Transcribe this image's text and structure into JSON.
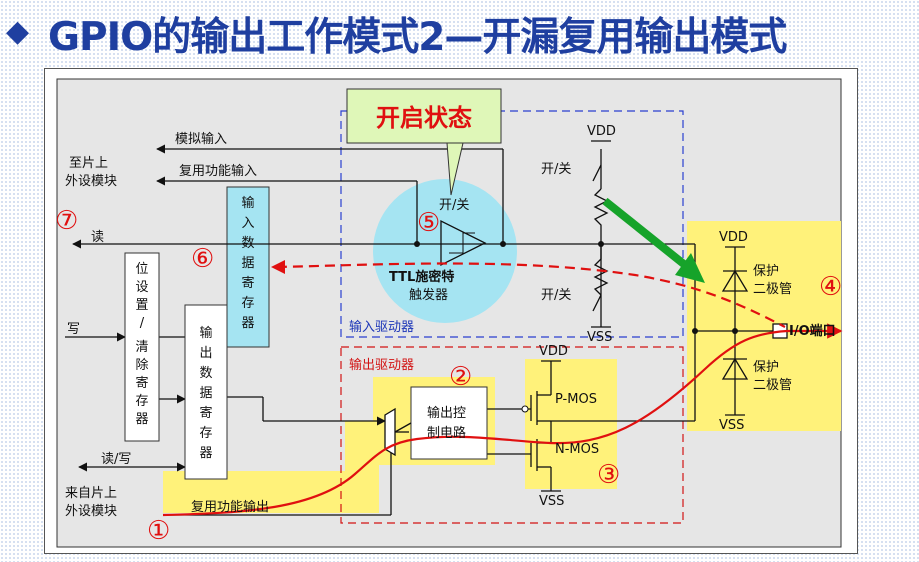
{
  "title": {
    "marker": "◆",
    "text": "GPIO的输出工作模式2—开漏复用输出模式"
  },
  "colors": {
    "title": "#1f3fa0",
    "highlight": "#fff27a",
    "input_region": "#a5e4f2",
    "driver_input_border": "#2a3fd0",
    "driver_output_border": "#d21414",
    "signal_path": "#e01010",
    "arrow_green": "#16a32a",
    "callout_fill": "#dff7b8"
  },
  "callout": {
    "text": "开启状态"
  },
  "labels": {
    "analog_input": "模拟输入",
    "to_peripheral_line1": "至片上",
    "to_peripheral_line2": "外设模块",
    "alt_func_input": "复用功能输入",
    "read": "读",
    "write": "写",
    "read_write": "读/写",
    "from_peripheral_line1": "来自片上",
    "from_peripheral_line2": "外设模块",
    "alt_func_output": "复用功能输出",
    "input_data_reg_chars": [
      "输",
      "入",
      "数",
      "据",
      "寄",
      "存",
      "器"
    ],
    "bit_set_reset_chars": [
      "位",
      "设",
      "置",
      "/",
      "清",
      "除",
      "寄",
      "存",
      "器"
    ],
    "output_data_reg_chars": [
      "输",
      "出",
      "数",
      "据",
      "寄",
      "存",
      "器"
    ],
    "switch_on_off": "开/关",
    "schmitt_line1": "TTL施密特",
    "schmitt_line2": "触发器",
    "input_driver": "输入驱动器",
    "output_driver": "输出驱动器",
    "output_control_line1": "输出控",
    "output_control_line2": "制电路",
    "vdd": "VDD",
    "vss": "VSS",
    "pmos": "P-MOS",
    "nmos": "N-MOS",
    "protect_line1": "保护",
    "protect_line2": "二极管",
    "io_pin": "I/O端口"
  },
  "markers": {
    "m1": "①",
    "m2": "②",
    "m3": "③",
    "m4": "④",
    "m5": "⑤",
    "m6": "⑥",
    "m7": "⑦"
  }
}
